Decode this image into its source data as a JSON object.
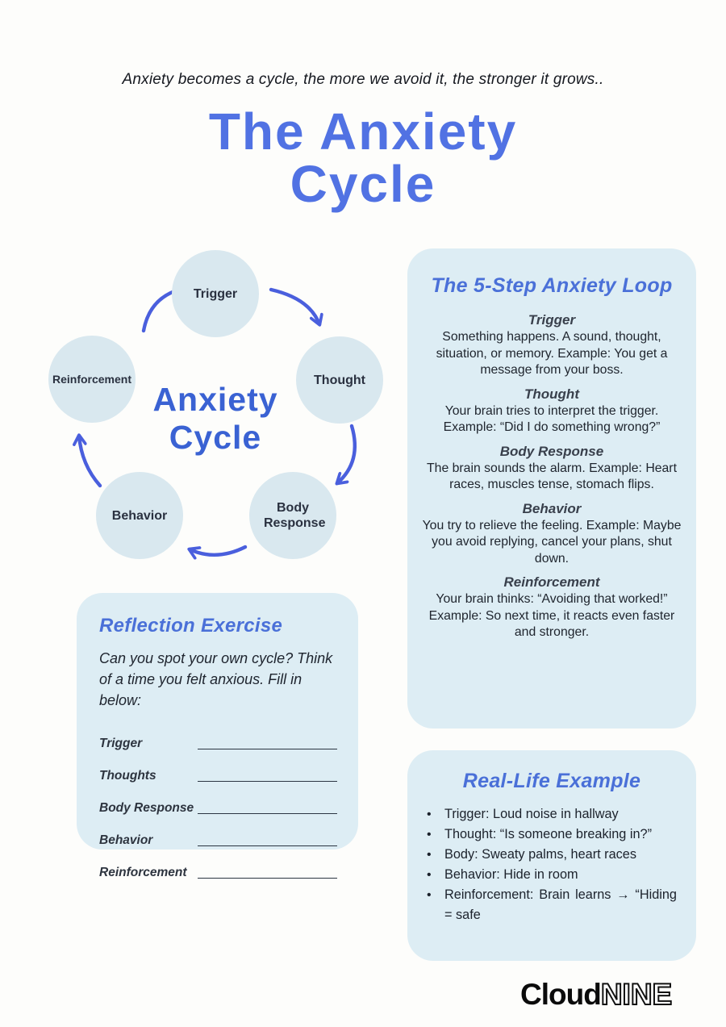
{
  "page": {
    "subtitle": "Anxiety becomes a cycle, the more we avoid it, the stronger it grows..",
    "title_line1": "The Anxiety",
    "title_line2": "Cycle"
  },
  "colors": {
    "title_blue": "#5172e3",
    "center_blue": "#3a62d3",
    "heading_blue": "#4a70d8",
    "arrow_blue": "#4a5fdd",
    "panel_bg": "#ddedf4",
    "circle_bg": "#d9e8ef",
    "dark_text": "#20262f"
  },
  "diagram": {
    "center_line1": "Anxiety",
    "center_line2": "Cycle",
    "nodes": [
      {
        "label": "Trigger"
      },
      {
        "label": "Thought"
      },
      {
        "label": "Body Response"
      },
      {
        "label": "Behavior"
      },
      {
        "label": "Reinforcement"
      }
    ]
  },
  "loop_panel": {
    "title": "The 5-Step Anxiety Loop",
    "steps": [
      {
        "name": "Trigger",
        "text": "Something happens. A sound, thought, situation, or memory. Example: You get a message from your boss."
      },
      {
        "name": "Thought",
        "text": "Your brain tries to interpret the trigger. Example: “Did I do something wrong?”"
      },
      {
        "name": "Body Response",
        "text": "The brain sounds the alarm. Example: Heart races, muscles tense, stomach flips."
      },
      {
        "name": "Behavior",
        "text": "You try to relieve the feeling. Example: Maybe you avoid replying, cancel your plans, shut down."
      },
      {
        "name": "Reinforcement",
        "text": "Your brain thinks: “Avoiding that worked!” Example: So next time, it reacts even faster and stronger."
      }
    ]
  },
  "reflection_panel": {
    "title": "Reflection Exercise",
    "intro": "Can you spot your own cycle? Think of a time you felt anxious. Fill in below:",
    "fields": [
      {
        "label": "Trigger"
      },
      {
        "label": "Thoughts"
      },
      {
        "label": "Body Response"
      },
      {
        "label": "Behavior"
      },
      {
        "label": "Reinforcement"
      }
    ]
  },
  "example_panel": {
    "title": "Real-Life Example",
    "bullets": [
      {
        "text": "Trigger: Loud noise in hallway"
      },
      {
        "text": "Thought: “Is someone breaking in?”"
      },
      {
        "text": "Body: Sweaty palms, heart races"
      },
      {
        "text": "Behavior: Hide in room"
      },
      {
        "text": "Reinforcement: Brain learns → “Hiding = safe"
      }
    ]
  },
  "logo": {
    "part1": "Cloud",
    "part2": "NINE"
  }
}
